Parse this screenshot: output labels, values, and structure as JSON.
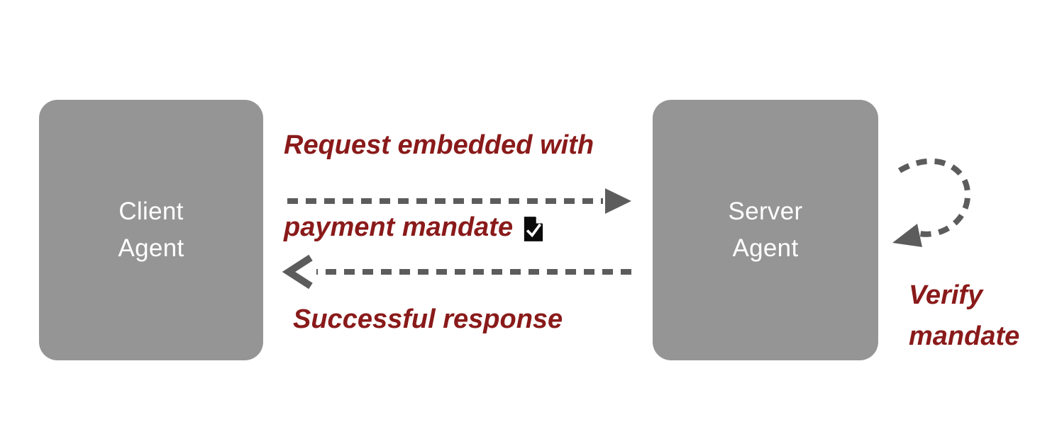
{
  "diagram": {
    "nodes": {
      "client": {
        "label": "Client\nAgent"
      },
      "server": {
        "label": "Server\nAgent"
      }
    },
    "labels": {
      "request_line1": "Request embedded with",
      "request_line2": "payment mandate",
      "response": "Successful response",
      "verify": "Verify\nmandate"
    },
    "icons": {
      "mandate_icon": "document-check-icon"
    },
    "colors": {
      "background": "#ffffff",
      "node_fill": "#959595",
      "node_text": "#ffffff",
      "arrow": "#5c5c5c",
      "label": "#8a1a1a",
      "icon": "#0b0b0b",
      "icon_check": "#ffffff"
    }
  }
}
